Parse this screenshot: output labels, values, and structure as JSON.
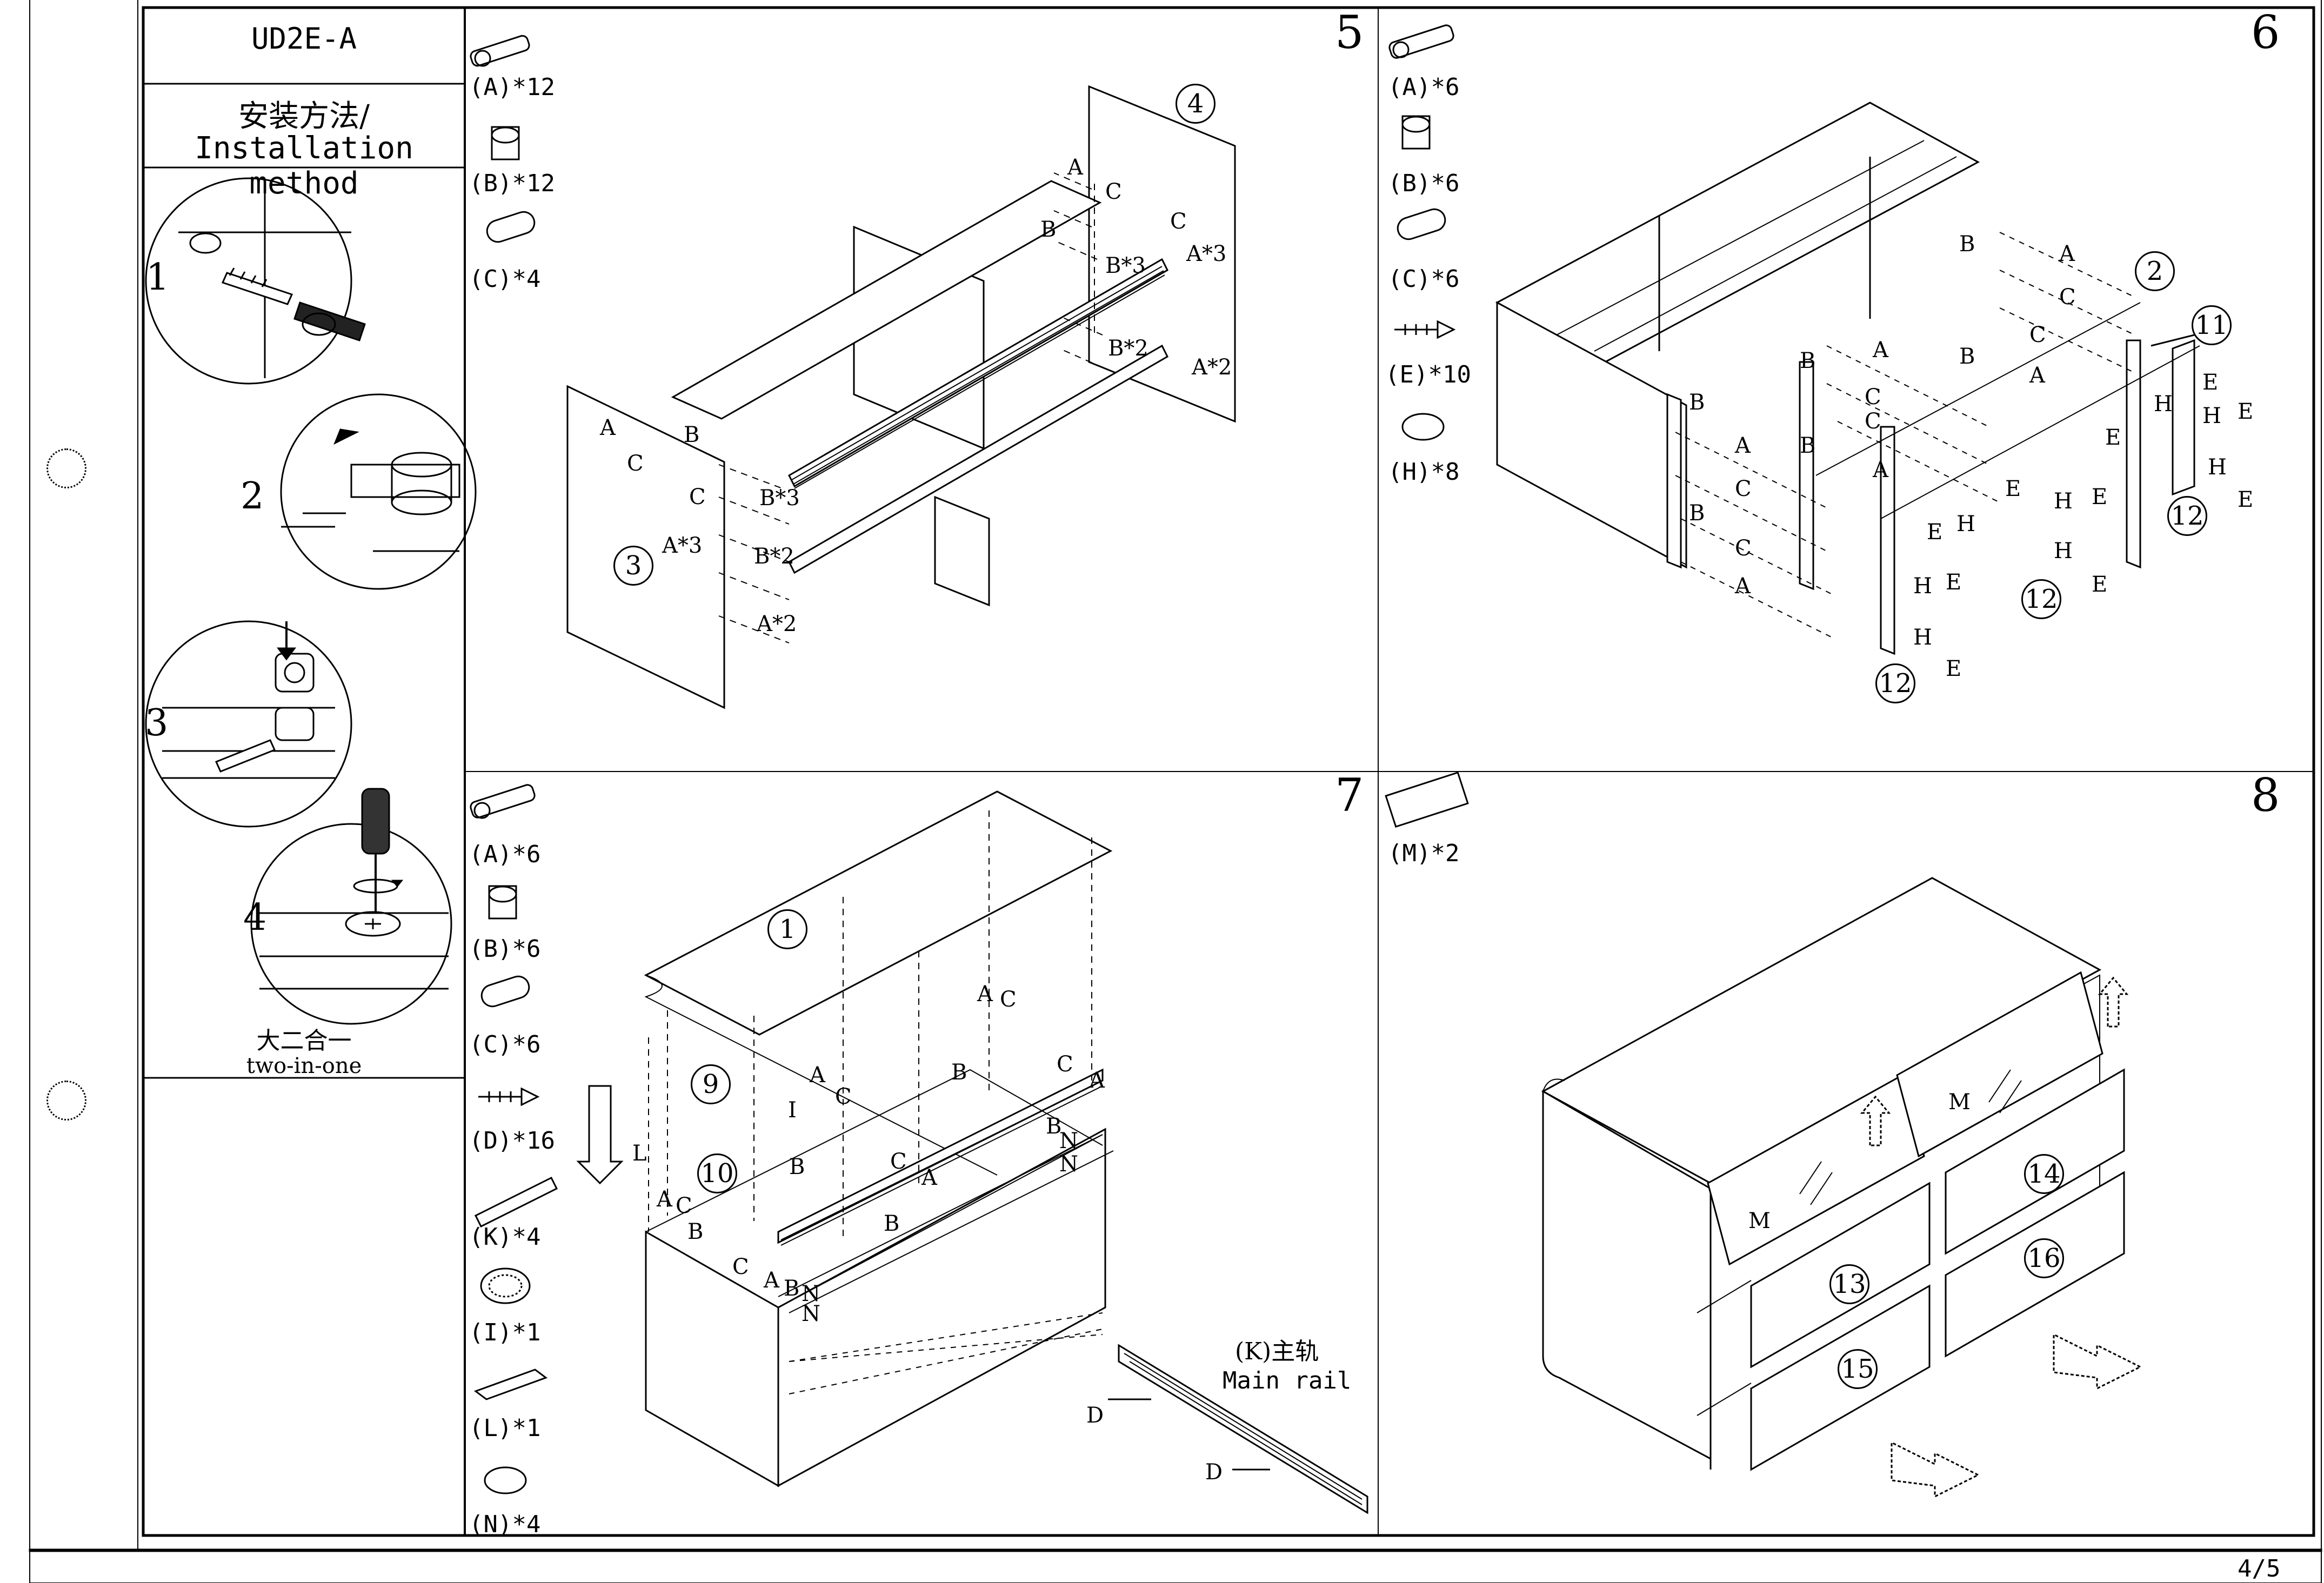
{
  "header": {
    "model": "UD2E-A",
    "method_title_cn": "安装方法/",
    "method_title_en": "Installation method"
  },
  "method_steps": [
    "1",
    "2",
    "3",
    "4"
  ],
  "method_caption_cn": "大二合一",
  "method_caption_en": "two-in-one",
  "steps": {
    "s5": {
      "number": "5",
      "parts": [
        "(A)*12",
        "(B)*12",
        "(C)*4"
      ],
      "labels": {
        "A": "A",
        "B": "B",
        "C": "C",
        "B3": "B*3",
        "A3": "A*3",
        "B2": "B*2",
        "A2": "A*2"
      },
      "panels": [
        "4",
        "3"
      ]
    },
    "s6": {
      "number": "6",
      "parts": [
        "(A)*6",
        "(B)*6",
        "(C)*6",
        "(E)*10",
        "(H)*8"
      ],
      "labels": {
        "A": "A",
        "B": "B",
        "C": "C",
        "E": "E",
        "H": "H"
      },
      "panels": [
        "2",
        "11",
        "12",
        "12",
        "12"
      ]
    },
    "s7": {
      "number": "7",
      "parts": [
        "(A)*6",
        "(B)*6",
        "(C)*6",
        "(D)*16",
        "(K)*4",
        "(I)*1",
        "(L)*1",
        "(N)*4"
      ],
      "labels": {
        "A": "A",
        "B": "B",
        "C": "C",
        "D": "D",
        "N": "N",
        "L": "L",
        "I": "I"
      },
      "panels": [
        "1",
        "9",
        "10"
      ],
      "rail_cn": "(K)主轨",
      "rail_en": "Main rail"
    },
    "s8": {
      "number": "8",
      "parts": [
        "(M)*2"
      ],
      "labels": {
        "M": "M"
      },
      "drawers": [
        "13",
        "14",
        "15",
        "16"
      ]
    }
  },
  "footer": {
    "page": "4/5"
  }
}
